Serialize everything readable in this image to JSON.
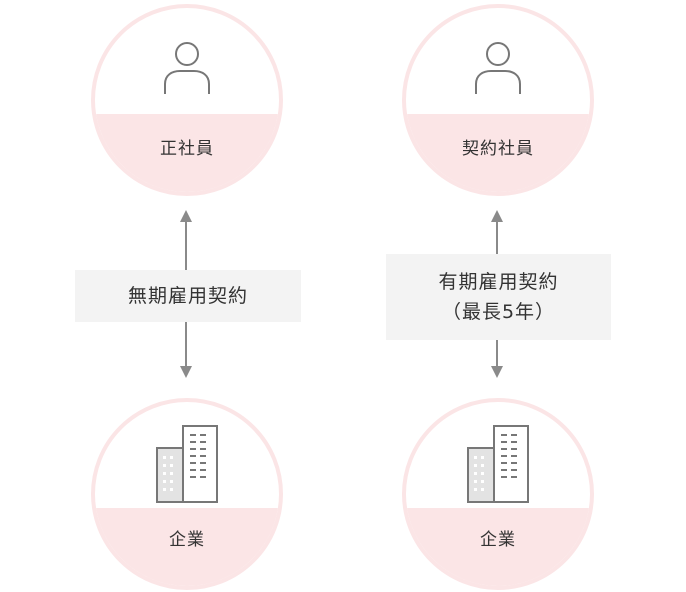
{
  "left": {
    "top_node": {
      "label": "正社員",
      "icon": "person-icon"
    },
    "relation": {
      "line1": "無期雇用契約",
      "line2": ""
    },
    "bottom_node": {
      "label": "企業",
      "icon": "building-icon"
    }
  },
  "right": {
    "top_node": {
      "label": "契約社員",
      "icon": "person-icon"
    },
    "relation": {
      "line1": "有期雇用契約",
      "line2": "（最長5年）"
    },
    "bottom_node": {
      "label": "企業",
      "icon": "building-icon"
    }
  },
  "colors": {
    "circle_band": "#fbe5e6",
    "arrow": "#8a8a8a",
    "label_bg": "#f3f3f3",
    "text": "#333333",
    "icon_stroke": "#777777"
  }
}
